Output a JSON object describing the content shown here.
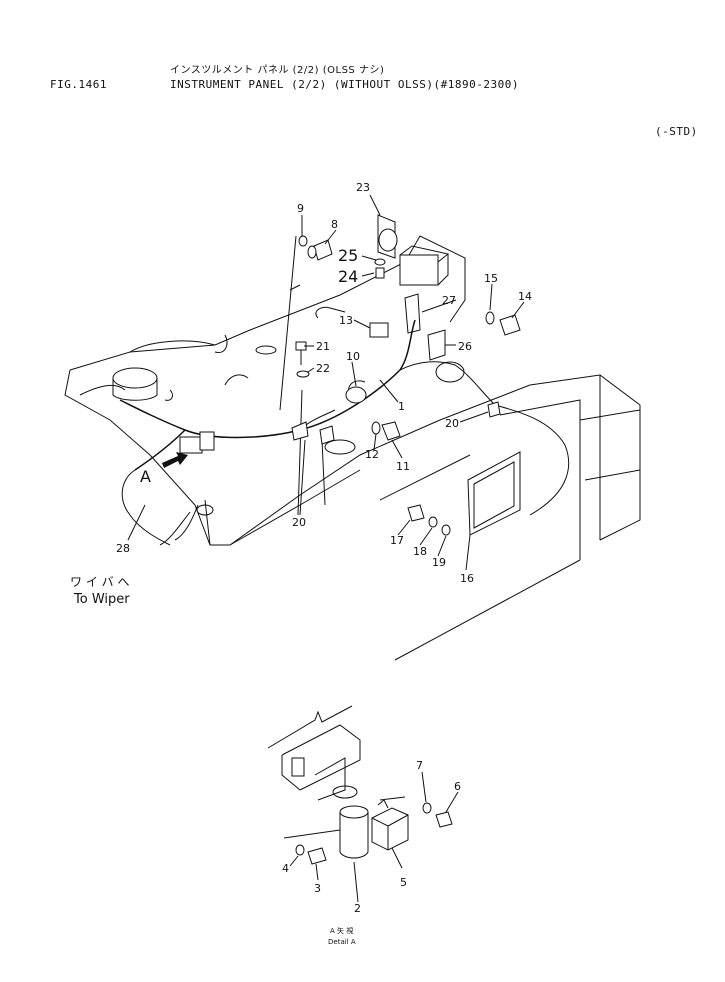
{
  "header": {
    "figure_number": "FIG.1461",
    "title_jp": "インスツルメント パネル (2/2) (OLSS ナシ)",
    "title_en": "INSTRUMENT PANEL (2/2) (WITHOUT OLSS)(#1890-2300)",
    "variant": "(-STD)"
  },
  "callouts": [
    "1",
    "2",
    "3",
    "4",
    "5",
    "6",
    "7",
    "8",
    "9",
    "10",
    "11",
    "12",
    "13",
    "14",
    "15",
    "16",
    "17",
    "18",
    "19",
    "20",
    "20",
    "21",
    "22",
    "23",
    "24",
    "25",
    "26",
    "27",
    "28"
  ],
  "labels": {
    "view_marker": "A",
    "wiper_jp": "ワ イ バ へ",
    "wiper_en": "To Wiper",
    "detail_jp": "A 矢 視",
    "detail_en": "Detail A"
  }
}
